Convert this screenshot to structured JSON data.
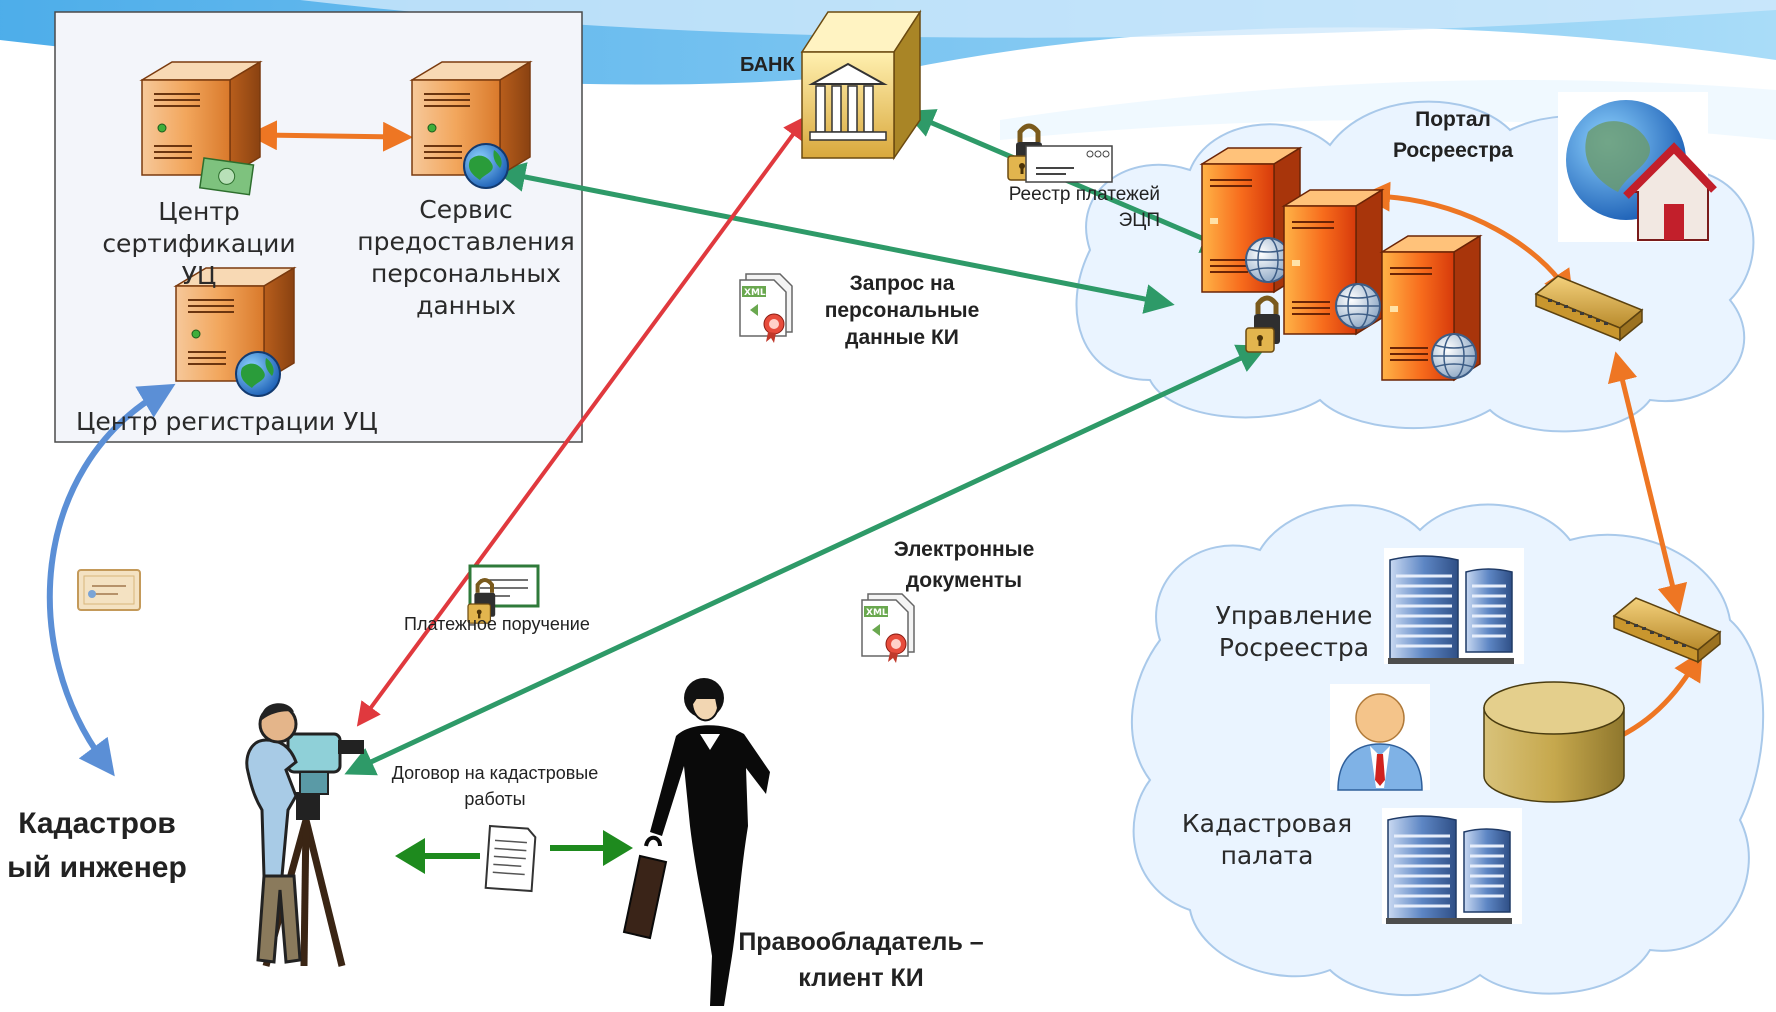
{
  "labels": {
    "cert_center": "Центр сертификации УЦ",
    "pd_service": "Сервис предоставления персональных данных",
    "reg_center": "Центр регистрации УЦ",
    "bank": "БАНК",
    "payment_registry": "Реестр платежей ЭЦП",
    "portal": "Портал Росреестра",
    "pd_request": "Запрос на персональные данные КИ",
    "payment_order": "Платежное поручение",
    "e_docs": "Электронные документы",
    "contract": "Договор на кадастровые работы",
    "rosreestr_mgmt": "Управление Росреестра",
    "cadastral_chamber": "Кадастровая палата",
    "engineer": "Кадастровый инженер",
    "owner": "Правообладатель – клиент КИ"
  },
  "icons": [
    "server-icon",
    "money-icon",
    "globe-icon",
    "bank-icon",
    "lock-icon",
    "envelope-icon",
    "xml-document-icon",
    "certificate-icon",
    "network-switch-icon",
    "portal-house-icon",
    "office-building-icon",
    "user-avatar-icon",
    "database-icon",
    "document-icon",
    "surveyor-figure",
    "businesswoman-figure"
  ],
  "colors": {
    "orange_link": "#ee7623",
    "green_link": "#2e9a68",
    "red_link": "#e0393e",
    "blue_link": "#5b8fd6",
    "contract_green": "#1e8a1e",
    "header_wave": "#4aaee8",
    "cloud_fill": "#eaf4ff",
    "cloud_stroke": "#a9c9ea"
  }
}
